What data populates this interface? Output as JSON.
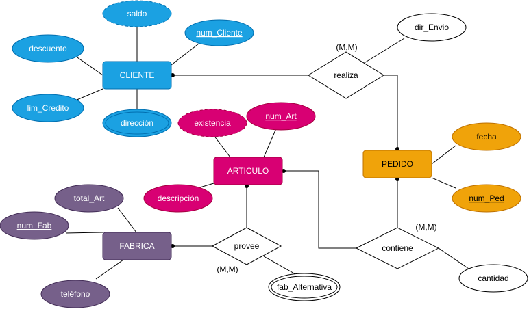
{
  "colors": {
    "cliente_fill": "#1ba1e2",
    "cliente_stroke": "#006eaf",
    "articulo_fill": "#d80073",
    "articulo_stroke": "#a50040",
    "pedido_fill": "#f0a30a",
    "pedido_stroke": "#bd7000",
    "fabrica_fill": "#76608a",
    "fabrica_stroke": "#432d57",
    "line": "#000000",
    "neutral_fill": "#ffffff"
  },
  "entities": {
    "cliente": "CLIENTE",
    "articulo": "ARTICULO",
    "pedido": "PEDIDO",
    "fabrica": "FABRICA"
  },
  "attributes": {
    "saldo": "saldo",
    "num_cliente": "num_Cliente",
    "descuento": "descuento",
    "lim_credito": "lim_Credito",
    "direccion": "dirección",
    "existencia": "existencia",
    "num_art": "num_Art",
    "descripcion": "descripción",
    "fecha": "fecha",
    "num_ped": "num_Ped",
    "total_art": "total_Art",
    "num_fab": "num_Fab",
    "telefono": "teléfono",
    "dir_envio": "dir_Envio",
    "cantidad": "cantidad",
    "fab_alternativa": "fab_Alternativa"
  },
  "relationships": {
    "realiza": "realiza",
    "contiene": "contiene",
    "provee": "provee"
  },
  "cardinalities": {
    "realiza": "(M,M)",
    "contiene": "(M,M)",
    "provee": "(M,M)"
  }
}
